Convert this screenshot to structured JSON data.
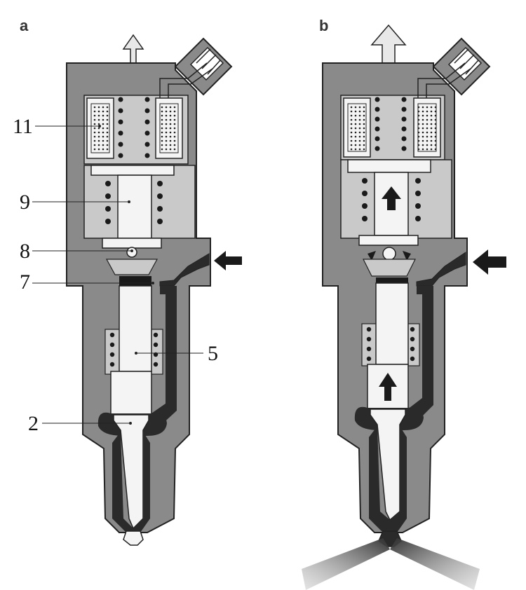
{
  "panels": [
    {
      "letter": "a"
    },
    {
      "letter": "b"
    }
  ],
  "callouts": [
    {
      "label": "11"
    },
    {
      "label": "9"
    },
    {
      "label": "8"
    },
    {
      "label": "7"
    },
    {
      "label": "5"
    },
    {
      "label": "2"
    }
  ],
  "colors": {
    "housing": "#8a8a8a",
    "dark_fuel": "#2a2a2a",
    "chamber": "#c9c9c9",
    "parts": "#f4f4f4",
    "spray": "#6f6f6f"
  }
}
